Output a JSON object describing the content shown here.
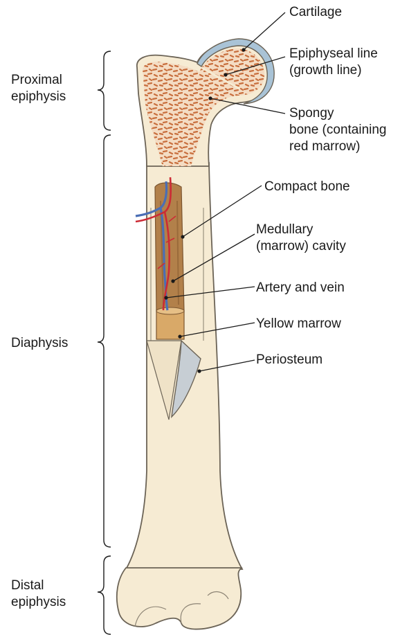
{
  "labels": {
    "proximal_epiphysis": "Proximal\nepiphysis",
    "diaphysis": "Diaphysis",
    "distal_epiphysis": "Distal\nepiphysis",
    "cartilage": "Cartilage",
    "epiphyseal_line": "Epiphyseal line\n(growth line)",
    "spongy_bone": "Spongy\nbone (containing\nred marrow)",
    "compact_bone": "Compact bone",
    "medullary_cavity": "Medullary\n(marrow) cavity",
    "artery_vein": "Artery and vein",
    "yellow_marrow": "Yellow marrow",
    "periosteum": "Periosteum"
  },
  "colors": {
    "bone": "#f6ebd3",
    "bone_outline": "#6b6356",
    "cartilage": "#a9c3d6",
    "spongy_trabeculae": "#c86f3e",
    "marrow_cavity": "#b2804a",
    "yellow_marrow": "#d9a968",
    "artery": "#cc2b35",
    "vein": "#4a6eb5",
    "periosteum": "#c7ced4",
    "leader_line": "#1a1a1a"
  }
}
